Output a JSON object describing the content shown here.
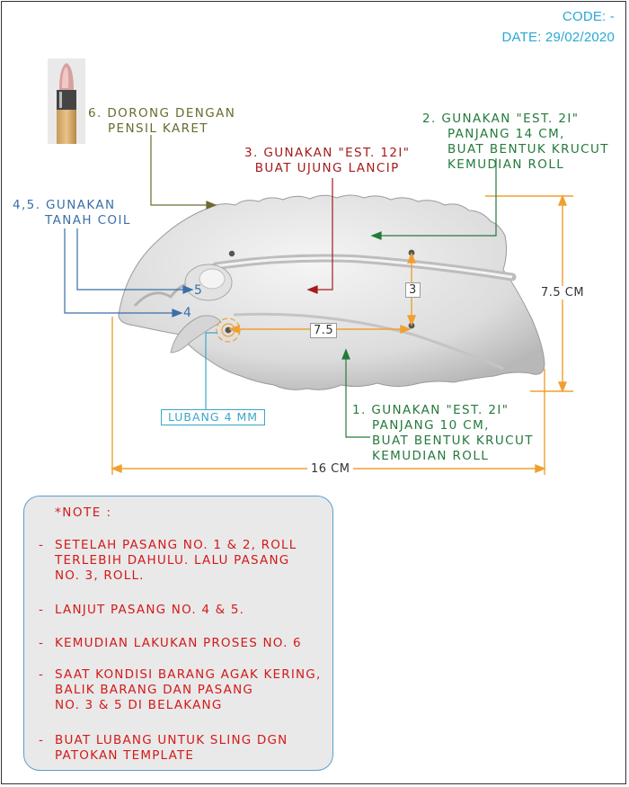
{
  "header": {
    "code": "CODE: -",
    "date": "DATE: 29/02/2020"
  },
  "labels": {
    "step6": [
      "6. DORONG DENGAN",
      "PENSIL KARET"
    ],
    "step3": [
      "3. GUNAKAN  \"EST. 12I\"",
      "BUAT UJUNG LANCIP"
    ],
    "step2": [
      "2. GUNAKAN  \"EST. 2I\"",
      "PANJANG  14  CM,",
      "BUAT BENTUK KRUCUT",
      "KEMUDIAN ROLL"
    ],
    "step45": [
      "4,5. GUNAKAN",
      "TANAH COIL"
    ],
    "step1": [
      "1. GUNAKAN  \"EST. 2I\"",
      "PANJANG  10  CM,",
      "BUAT BENTUK KRUCUT",
      "KEMUDIAN ROLL"
    ],
    "hole": "LUBANG 4 MM"
  },
  "markers": {
    "m5": "5",
    "m4": "4"
  },
  "dimensions": {
    "height": "7.5 CM",
    "width": "16 CM",
    "hole_spacing_h": "7.5",
    "hole_spacing_v": "3"
  },
  "note": {
    "title": "*NOTE :",
    "items": [
      "SETELAH PASANG NO. 1 & 2, ROLL\nTERLEBIH DAHULU. LALU  PASANG\nNO. 3, ROLL.",
      "LANJUT PASANG NO. 4 & 5.",
      "KEMUDIAN LAKUKAN PROSES NO. 6",
      "SAAT KONDISI BARANG AGAK KERING,\nBALIK BARANG DAN PASANG\nNO. 3 & 5 DI BELAKANG",
      "BUAT LUBANG UNTUK SLING DGN\nPATOKAN TEMPLATE"
    ],
    "dash": "-"
  },
  "colors": {
    "orange": "#f0a030",
    "olive": "#6b6b2e",
    "red": "#a51b1b",
    "green": "#247a3b",
    "blue": "#3a6fa8",
    "cyan": "#29a8d6",
    "note_text": "#d31a1a"
  }
}
